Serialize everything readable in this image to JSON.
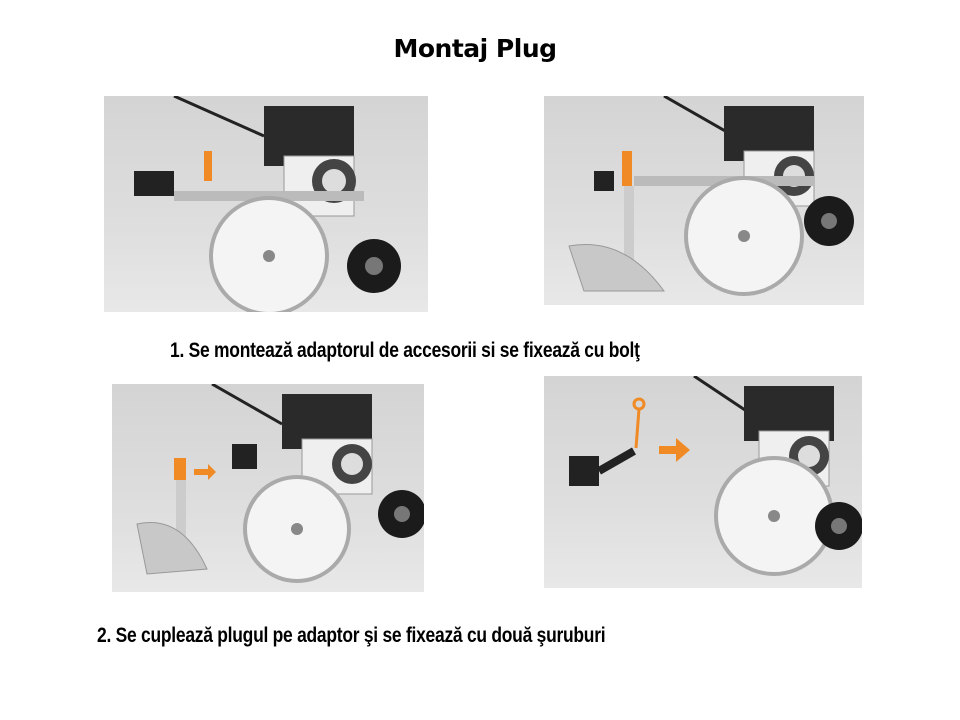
{
  "title": "Montaj Plug",
  "steps": [
    {
      "caption": "1. Se montează adaptorul de accesorii si se fixează cu bolţ"
    },
    {
      "caption": "2. Se cuplează plugul pe adaptor şi se fixează cu două şuruburi"
    }
  ],
  "colors": {
    "accent": "#f08a24",
    "photo_bg": "#d8d8d8"
  }
}
